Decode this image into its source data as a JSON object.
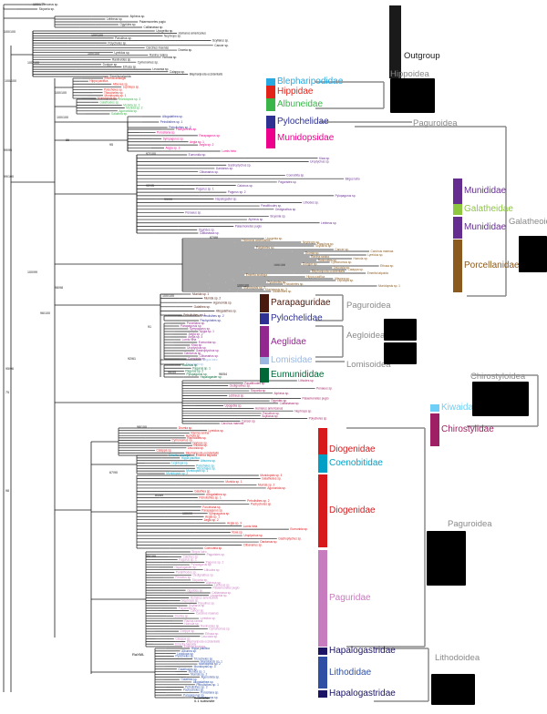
{
  "colors": {
    "black": "#1a1a1a",
    "grey": "#8c8c8c",
    "blepharipodidae": "#29a9e1",
    "hippidae": "#e2231a",
    "albuneidae": "#39b54a",
    "pylochelidae": "#2e3192",
    "munidopsidae": "#ec008c",
    "munididae": "#662d91",
    "galatheidae": "#8dc63f",
    "porcellanidae": "#8b5a1e",
    "parapaguridae": "#4a1a0e",
    "aeglidae": "#92278f",
    "lomisidae": "#9bb7e0",
    "eumunididae": "#006837",
    "kiwaidae": "#6dcff6",
    "chirostylidae": "#9e1f63",
    "diogenidae": "#d7191c",
    "coenobitidae": "#00a0c6",
    "paguridae": "#c77cbf",
    "hapalogastridae": "#1b1464",
    "lithodidae": "#2e4fa3"
  },
  "families": [
    {
      "label": "Blepharipodidae",
      "color": "#29a9e1"
    },
    {
      "label": "Hippidae",
      "color": "#e2231a"
    },
    {
      "label": "Albuneidae",
      "color": "#39b54a"
    },
    {
      "label": "Pylochelidae",
      "color": "#2e3192"
    },
    {
      "label": "Munidopsidae",
      "color": "#ec008c"
    },
    {
      "label": "Munididae",
      "color": "#662d91"
    },
    {
      "label": "Galatheidae",
      "color": "#8dc63f"
    },
    {
      "label": "Munididae",
      "color": "#662d91"
    },
    {
      "label": "Porcellanidae",
      "color": "#8b5a1e"
    },
    {
      "label": "Parapaguridae",
      "color": "#4a1a0e"
    },
    {
      "label": "Pylochelidae",
      "color": "#2e3192"
    },
    {
      "label": "Aeglidae",
      "color": "#92278f"
    },
    {
      "label": "Lomisidae",
      "color": "#9bb7e0"
    },
    {
      "label": "Eumunididae",
      "color": "#006837"
    },
    {
      "label": "Kiwaidae",
      "color": "#6dcff6"
    },
    {
      "label": "Chirostylidae",
      "color": "#9e1f63"
    },
    {
      "label": "Diogenidae",
      "color": "#d7191c"
    },
    {
      "label": "Coenobitidae",
      "color": "#00a0c6"
    },
    {
      "label": "Diogenidae",
      "color": "#d7191c"
    },
    {
      "label": "Paguridae",
      "color": "#c77cbf"
    },
    {
      "label": "Hapalogastridae",
      "color": "#1b1464"
    },
    {
      "label": "Lithodidae",
      "color": "#2e4fa3"
    },
    {
      "label": "Hapalogastridae",
      "color": "#1b1464"
    }
  ],
  "superfamilies": [
    {
      "label": "Outgroup"
    },
    {
      "label": "Hippoidea"
    },
    {
      "label": "Paguroidea"
    },
    {
      "label": "Galatheoidea"
    },
    {
      "label": "Paguroidea"
    },
    {
      "label": "Aegloidea"
    },
    {
      "label": "Lomisoidea"
    },
    {
      "label": "Chirostyloidea"
    },
    {
      "label": "Paguroidea"
    },
    {
      "label": "Lithodoidea"
    }
  ],
  "support_values": [
    "100/100",
    "100/100",
    "100/100",
    "100/100",
    "100/100",
    "100/100",
    "100/100",
    "100/100",
    "99/95",
    "99/100",
    "100/99",
    "98/98",
    "96/100",
    "95/96",
    "75",
    "98",
    "86",
    "95",
    "97/100",
    "92/95",
    "99/99",
    "87/88",
    "100/100",
    "100/100",
    "100/100",
    "91",
    "92/61",
    "96/55",
    "96/54",
    "98/100",
    "67/90",
    "84/89",
    "100/99",
    "95/100"
  ],
  "scale": {
    "label": "0.1 subs/site"
  },
  "footnote": "RaXML",
  "taxa": [
    {
      "name": "Penaeus sp.",
      "color": "#1a1a1a"
    },
    {
      "name": "Sicyonia sp.",
      "color": "#1a1a1a"
    },
    {
      "name": "Alpheus sp.",
      "color": "#1a1a1a"
    },
    {
      "name": "Lebbeus sp.",
      "color": "#1a1a1a"
    },
    {
      "name": "Palaemonetes pugio",
      "color": "#1a1a1a"
    },
    {
      "name": "Ogyrides sp.",
      "color": "#1a1a1a"
    },
    {
      "name": "Callianassa sp.",
      "color": "#1a1a1a"
    },
    {
      "name": "Upogebia sp.",
      "color": "#1a1a1a"
    },
    {
      "name": "Homarus americanus",
      "color": "#1a1a1a"
    },
    {
      "name": "Nephrops sp.",
      "color": "#1a1a1a"
    },
    {
      "name": "Panulirus sp.",
      "color": "#1a1a1a"
    },
    {
      "name": "Scyllarus sp.",
      "color": "#1a1a1a"
    },
    {
      "name": "Polycheles sp.",
      "color": "#1a1a1a"
    },
    {
      "name": "Cancer sp.",
      "color": "#1a1a1a"
    },
    {
      "name": "Carcinus maenas",
      "color": "#1a1a1a"
    },
    {
      "name": "Dromia sp.",
      "color": "#1a1a1a"
    },
    {
      "name": "Lyreidus sp.",
      "color": "#1a1a1a"
    },
    {
      "name": "Ranina ranina",
      "color": "#1a1a1a"
    },
    {
      "name": "Homola sp.",
      "color": "#1a1a1a"
    },
    {
      "name": "Raninoides sp.",
      "color": "#1a1a1a"
    },
    {
      "name": "Cymonomus sp.",
      "color": "#1a1a1a"
    },
    {
      "name": "Dorippe sp.",
      "color": "#1a1a1a"
    },
    {
      "name": "Ethusa sp.",
      "color": "#1a1a1a"
    },
    {
      "name": "Leucosia sp.",
      "color": "#1a1a1a"
    },
    {
      "name": "Calappa sp.",
      "color": "#1a1a1a"
    },
    {
      "name": "Blepharipoda occidentalis",
      "color": "#29a9e1"
    },
    {
      "name": "Emerita talpoida",
      "color": "#e2231a"
    },
    {
      "name": "Emerita analoga",
      "color": "#e2231a"
    },
    {
      "name": "Hippa pacifica",
      "color": "#e2231a"
    },
    {
      "name": "Albunea sp.",
      "color": "#39b54a"
    },
    {
      "name": "Lepidopa sp.",
      "color": "#39b54a"
    },
    {
      "name": "Pylocheles sp.",
      "color": "#2e3192"
    },
    {
      "name": "Trizocheles sp.",
      "color": "#2e3192"
    },
    {
      "name": "Munidopsis sp. 1",
      "color": "#ec008c"
    },
    {
      "name": "Munidopsis sp. 2",
      "color": "#ec008c"
    },
    {
      "name": "Munidopsis sp. 3",
      "color": "#ec008c"
    },
    {
      "name": "Galathodes sp.",
      "color": "#ec008c"
    },
    {
      "name": "Munida sp. 1",
      "color": "#662d91"
    },
    {
      "name": "Munida sp. 2",
      "color": "#662d91"
    },
    {
      "name": "Agononida sp.",
      "color": "#662d91"
    },
    {
      "name": "Galathea sp.",
      "color": "#8dc63f"
    },
    {
      "name": "Allogalathea sp.",
      "color": "#8dc63f"
    },
    {
      "name": "Petrolisthes sp. 1",
      "color": "#8b5a1e"
    },
    {
      "name": "Petrolisthes sp. 2",
      "color": "#8b5a1e"
    },
    {
      "name": "Pachycheles sp.",
      "color": "#8b5a1e"
    },
    {
      "name": "Porcellana sp.",
      "color": "#8b5a1e"
    },
    {
      "name": "Parapagurus sp.",
      "color": "#4a1a0e"
    },
    {
      "name": "Sympagurus sp.",
      "color": "#4a1a0e"
    },
    {
      "name": "Aegla sp. 1",
      "color": "#92278f"
    },
    {
      "name": "Aegla sp. 2",
      "color": "#92278f"
    },
    {
      "name": "Aegla sp. 3",
      "color": "#92278f"
    },
    {
      "name": "Lomis hirta",
      "color": "#9bb7e0"
    },
    {
      "name": "Eumunida sp.",
      "color": "#006837"
    },
    {
      "name": "Kiwa sp.",
      "color": "#6dcff6"
    },
    {
      "name": "Uroptychus sp.",
      "color": "#9e1f63"
    },
    {
      "name": "Gastroptychus sp.",
      "color": "#9e1f63"
    },
    {
      "name": "Dardanus sp.",
      "color": "#d7191c"
    },
    {
      "name": "Clibanarius sp.",
      "color": "#d7191c"
    },
    {
      "name": "Coenobita sp.",
      "color": "#00a0c6"
    },
    {
      "name": "Birgus latro",
      "color": "#00a0c6"
    },
    {
      "name": "Paguristes sp.",
      "color": "#d7191c"
    },
    {
      "name": "Calcinus sp.",
      "color": "#d7191c"
    },
    {
      "name": "Pagurus sp. 1",
      "color": "#c77cbf"
    },
    {
      "name": "Pagurus sp. 2",
      "color": "#c77cbf"
    },
    {
      "name": "Pylopagurus sp.",
      "color": "#c77cbf"
    },
    {
      "name": "Hapalogaster sp.",
      "color": "#1b1464"
    },
    {
      "name": "Lithodes sp.",
      "color": "#2e4fa3"
    },
    {
      "name": "Paralithodes sp.",
      "color": "#2e4fa3"
    },
    {
      "name": "Oedignathus sp.",
      "color": "#1b1464"
    }
  ]
}
